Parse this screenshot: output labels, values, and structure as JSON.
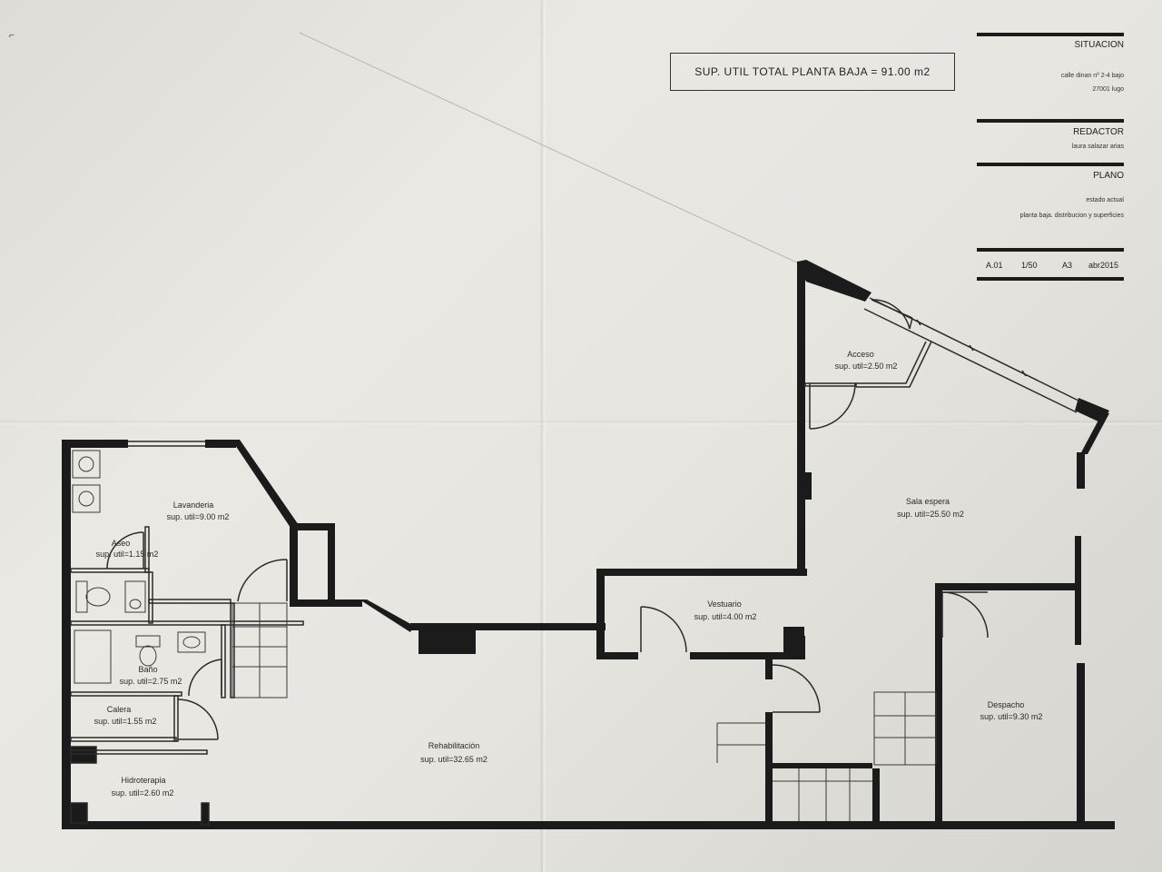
{
  "summary": {
    "total_area": "SUP. UTIL TOTAL PLANTA BAJA = 91.00 m2"
  },
  "title_block": {
    "situacion_heading": "SITUACION",
    "situacion_line1": "calle dinan nº 2-4 bajo",
    "situacion_line2": "27001 lugo",
    "redactor_heading": "REDACTOR",
    "redactor_name": "laura salazar arias",
    "plano_heading": "PLANO",
    "plano_line1": "estado actual",
    "plano_line2": "planta baja. distribucion y superficies",
    "sheet_code": "A.01",
    "scale": "1/50",
    "paper": "A3",
    "date": "abr2015"
  },
  "rooms": {
    "lavanderia": {
      "name": "Lavanderia",
      "area": "sup. util=9.00 m2"
    },
    "aseo": {
      "name": "Aseo",
      "area": "sup. util=1.15 m2"
    },
    "bano": {
      "name": "Baño",
      "area": "sup. util=2.75 m2"
    },
    "calera": {
      "name": "Calera",
      "area": "sup. util=1.55 m2"
    },
    "hidroterapia": {
      "name": "Hidroterapia",
      "area": "sup. util=2.60 m2"
    },
    "rehabilitacion": {
      "name": "Rehabilitación",
      "area": "sup. util=32.65 m2"
    },
    "vestuario": {
      "name": "Vestuario",
      "area": "sup. util=4.00 m2"
    },
    "acceso": {
      "name": "Acceso",
      "area": "sup. util=2.50 m2"
    },
    "sala_espera": {
      "name": "Sala espera",
      "area": "sup. util=25.50 m2"
    },
    "despacho": {
      "name": "Despacho",
      "area": "sup. util=9.30 m2"
    }
  },
  "colors": {
    "paper": "#e8e6e1",
    "ink": "#1b1b1b"
  }
}
